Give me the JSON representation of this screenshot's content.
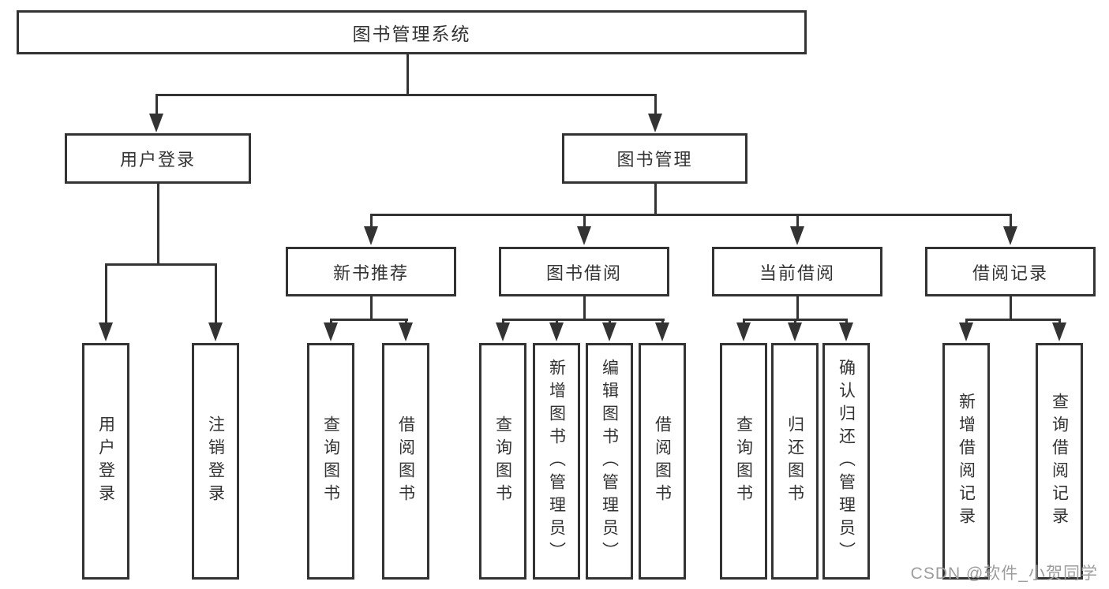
{
  "tree": {
    "label": "图书管理系统",
    "children": [
      {
        "label": "用户登录",
        "children": [
          {
            "label": "用户登录"
          },
          {
            "label": "注销登录"
          }
        ]
      },
      {
        "label": "图书管理",
        "children": [
          {
            "label": "新书推荐",
            "children": [
              {
                "label": "查询图书"
              },
              {
                "label": "借阅图书"
              }
            ]
          },
          {
            "label": "图书借阅",
            "children": [
              {
                "label": "查询图书"
              },
              {
                "label": "新增图书（管理员）"
              },
              {
                "label": "编辑图书（管理员）"
              },
              {
                "label": "借阅图书"
              }
            ]
          },
          {
            "label": "当前借阅",
            "children": [
              {
                "label": "查询图书"
              },
              {
                "label": "归还图书"
              },
              {
                "label": "确认归还（管理员）"
              }
            ]
          },
          {
            "label": "借阅记录",
            "children": [
              {
                "label": "新增借阅记录"
              },
              {
                "label": "查询借阅记录"
              }
            ]
          }
        ]
      }
    ]
  },
  "colors": {
    "line": "#333333",
    "text": "#333333",
    "watermark": "#9d9d9d",
    "background": "#ffffff"
  },
  "watermark": {
    "text": "CSDN @软件_小贺同学"
  }
}
